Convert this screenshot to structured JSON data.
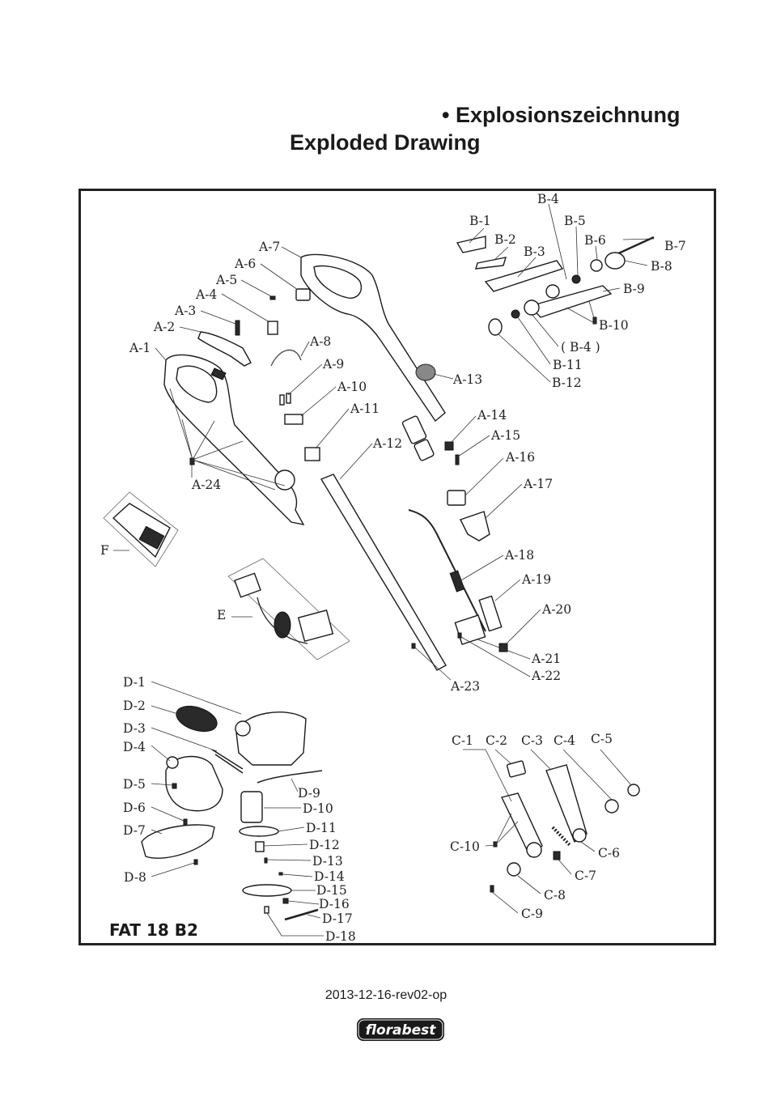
{
  "heading": {
    "line1": "• Explosionszeichnung",
    "line2": "Exploded Drawing"
  },
  "model": "FAT 18 B2",
  "revision": "2013-12-16-rev02-op",
  "brand": "florabest",
  "parts": {
    "A": [
      "A-1",
      "A-2",
      "A-3",
      "A-4",
      "A-5",
      "A-6",
      "A-7",
      "A-8",
      "A-9",
      "A-10",
      "A-11",
      "A-12",
      "A-13",
      "A-14",
      "A-15",
      "A-16",
      "A-17",
      "A-18",
      "A-19",
      "A-20",
      "A-21",
      "A-22",
      "A-23",
      "A-24"
    ],
    "B": [
      "B-1",
      "B-2",
      "B-3",
      "B-4",
      "B-5",
      "B-6",
      "B-7",
      "B-8",
      "B-9",
      "B-10",
      "( B-4 )",
      "B-11",
      "B-12"
    ],
    "C": [
      "C-1",
      "C-2",
      "C-3",
      "C-4",
      "C-5",
      "C-6",
      "C-7",
      "C-8",
      "C-9",
      "C-10"
    ],
    "D": [
      "D-1",
      "D-2",
      "D-3",
      "D-4",
      "D-5",
      "D-6",
      "D-7",
      "D-8",
      "D-9",
      "D-10",
      "D-11",
      "D-12",
      "D-13",
      "D-14",
      "D-15",
      "D-16",
      "D-17",
      "D-18"
    ],
    "other": [
      "E",
      "F"
    ]
  }
}
